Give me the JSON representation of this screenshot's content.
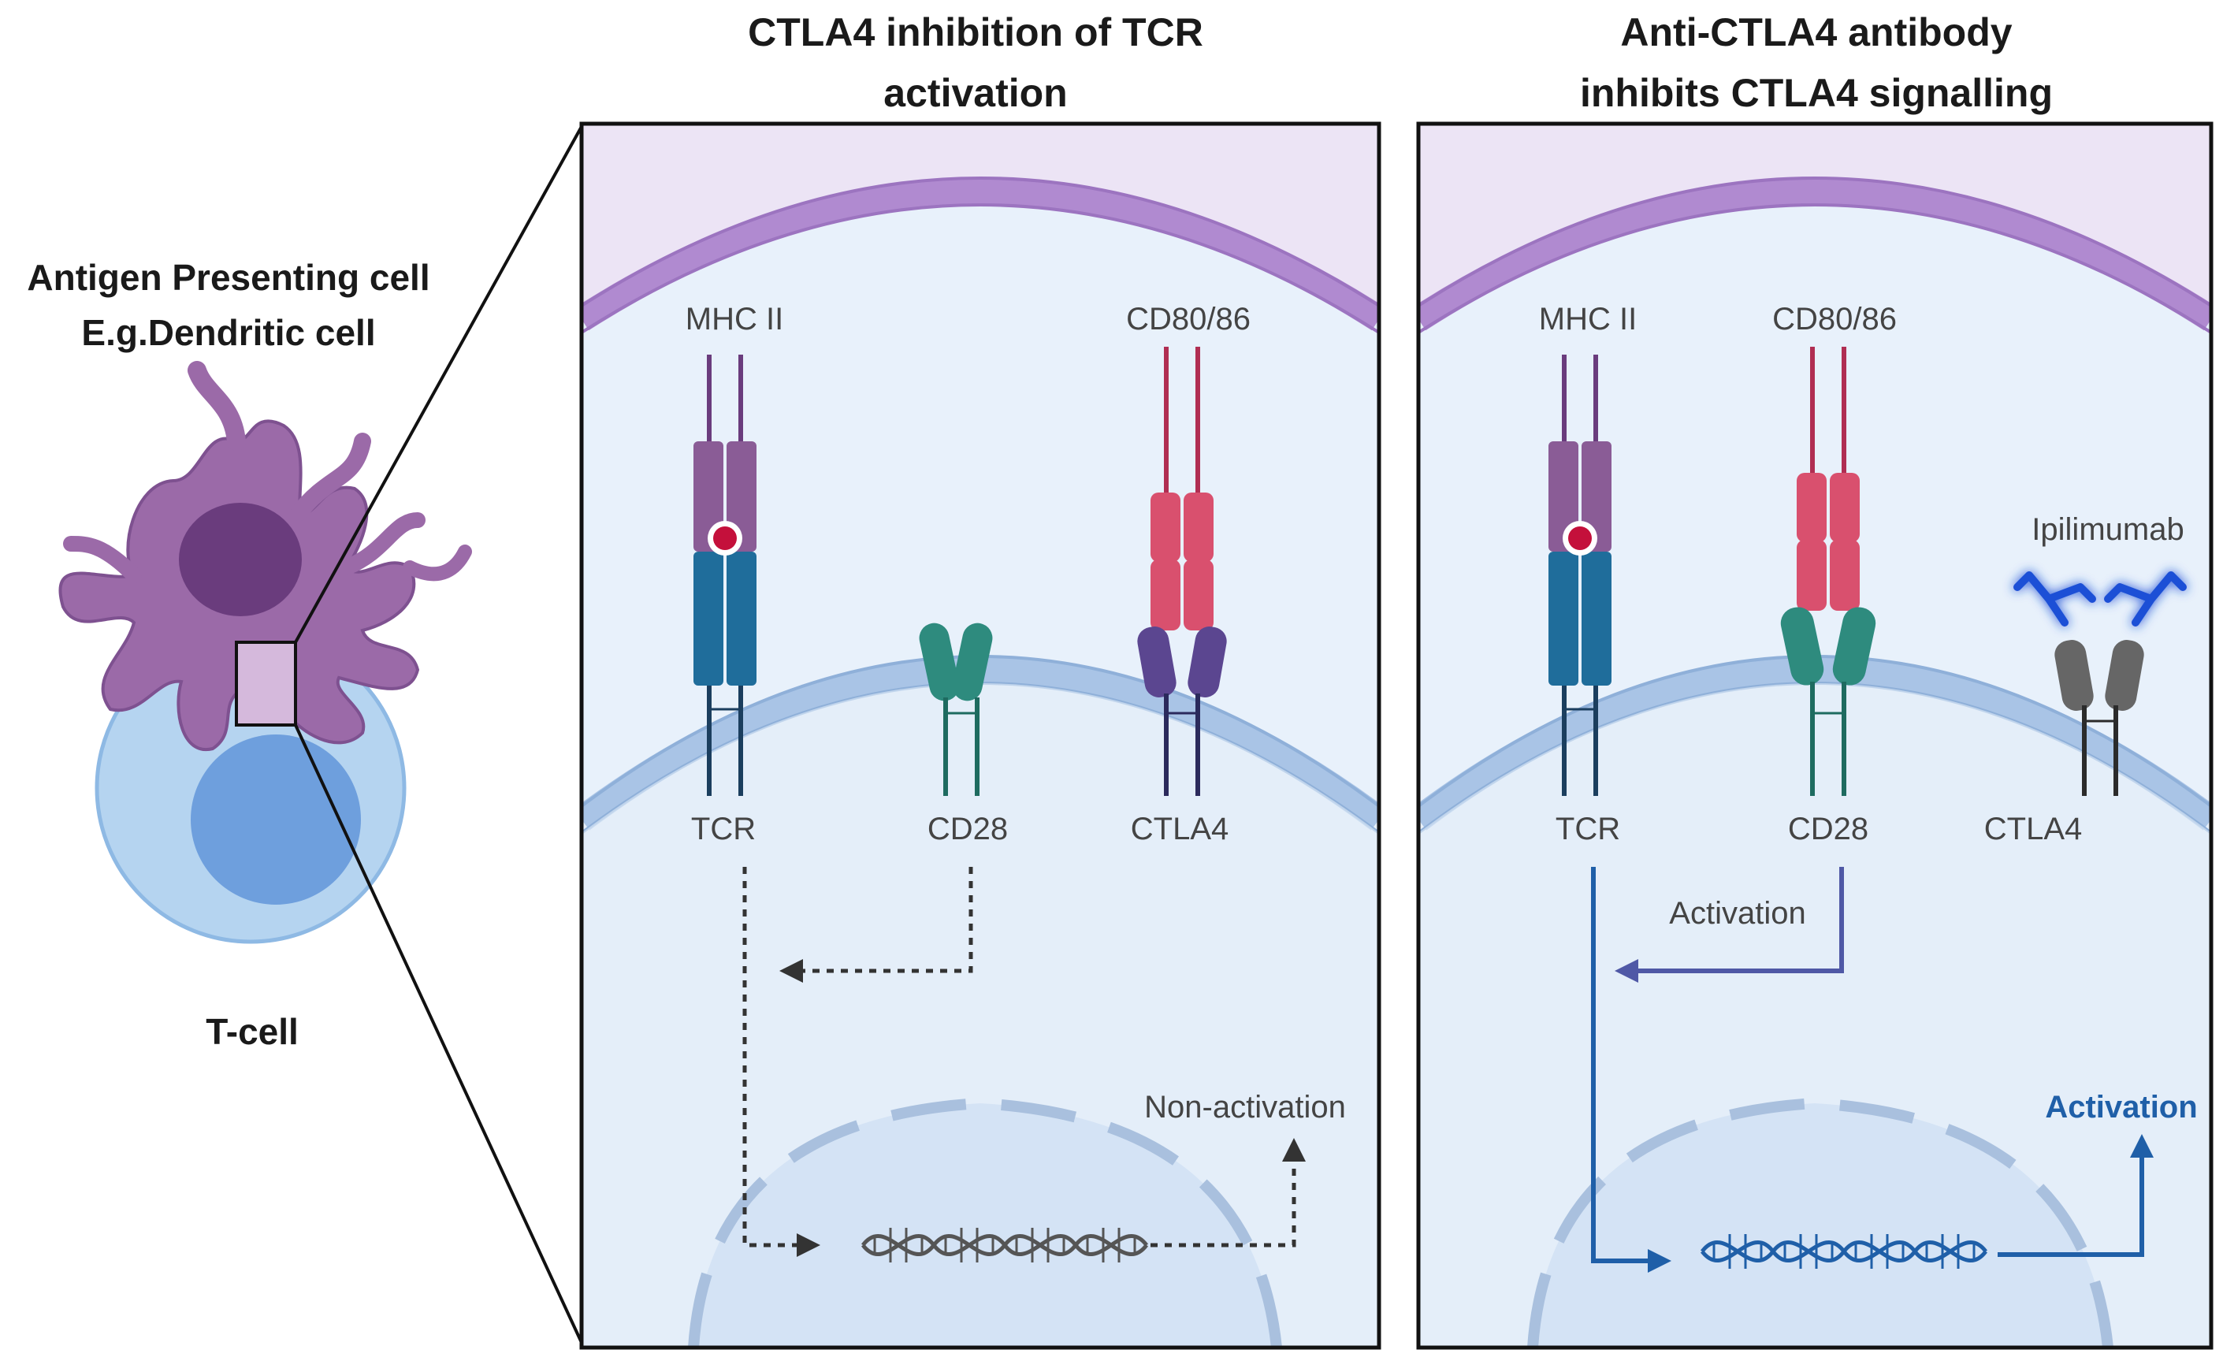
{
  "left": {
    "apc_label_line1": "Antigen Presenting cell",
    "apc_label_line2": "E.g.Dendritic cell",
    "tcell_label": "T-cell"
  },
  "panel1": {
    "title_line1": "CTLA4 inhibition of TCR",
    "title_line2": "activation",
    "mhc_label": "MHC II",
    "cd80_label": "CD80/86",
    "tcr_label": "TCR",
    "cd28_label": "CD28",
    "ctla4_label": "CTLA4",
    "outcome_label": "Non-activation"
  },
  "panel2": {
    "title_line1": "Anti-CTLA4 antibody",
    "title_line2": "inhibits CTLA4 signalling",
    "mhc_label": "MHC II",
    "cd80_label": "CD80/86",
    "tcr_label": "TCR",
    "cd28_label": "CD28",
    "ctla4_label": "CTLA4",
    "drug_label": "Ipilimumab",
    "activation_label": "Activation",
    "outcome_label": "Activation"
  },
  "colors": {
    "apc_purple": "#9b6aa8",
    "tcell_blue": "#a9ccec",
    "mhc": "#8a5c96",
    "tcr": "#1f6d9b",
    "cd80": "#d9506e",
    "cd28": "#2e8b7e",
    "ctla4_bound": "#5b4690",
    "ctla4_blocked": "#666666",
    "antibody": "#1f4fd6",
    "arrow_active": "#1f5fa8"
  }
}
